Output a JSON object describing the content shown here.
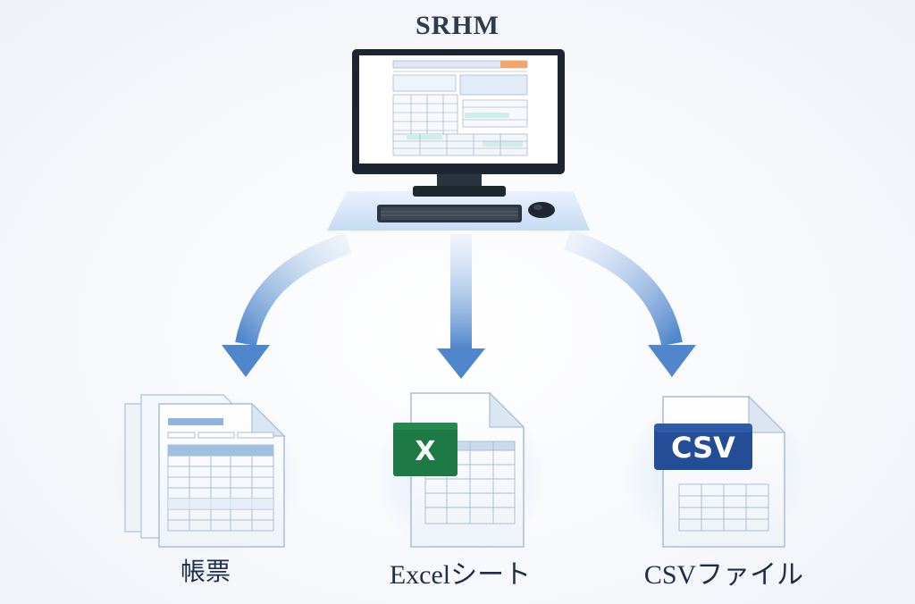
{
  "system": {
    "name": "SRHM"
  },
  "outputs": [
    {
      "id": "forms",
      "label": "帳票",
      "icon": "stacked-form-document-icon"
    },
    {
      "id": "excel",
      "label": "Excelシート",
      "icon": "excel-spreadsheet-icon",
      "badge": "X"
    },
    {
      "id": "csv",
      "label": "CSVファイル",
      "icon": "csv-file-icon",
      "badge": "CSV"
    }
  ],
  "colors": {
    "arrow": "#5b8fd0",
    "excel_green": "#1e7a45",
    "csv_blue": "#234d96",
    "monitor": "#1d2530",
    "screen_accent": "#f3a66b"
  }
}
